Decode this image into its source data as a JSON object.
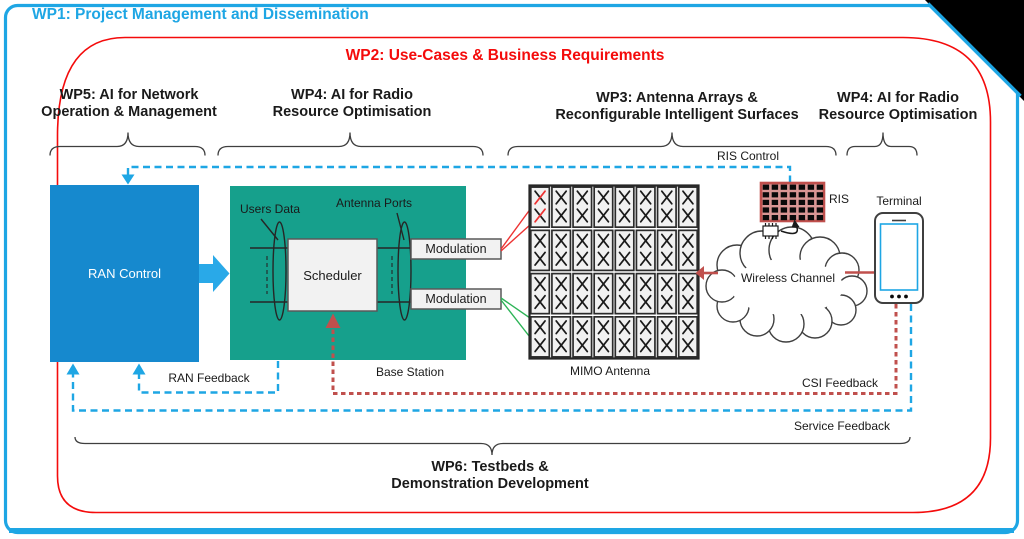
{
  "titles": {
    "wp1": "WP1: Project Management and Dissemination",
    "wp2": "WP2: Use-Cases & Business Requirements",
    "wp6_line1": "WP6: Testbeds &",
    "wp6_line2": "Demonstration Development"
  },
  "wp_labels": {
    "wp5": {
      "line1": "WP5: AI for Network",
      "line2": "Operation & Management"
    },
    "wp4_left": {
      "line1": "WP4: AI for Radio",
      "line2": "Resource Optimisation"
    },
    "wp3": {
      "line1": "WP3: Antenna Arrays &",
      "line2": "Reconfigurable Intelligent Surfaces"
    },
    "wp4_right": {
      "line1": "WP4: AI for Radio",
      "line2": "Resource Optimisation"
    }
  },
  "blocks": {
    "ran_control": "RAN Control",
    "scheduler": "Scheduler",
    "modulation1": "Modulation",
    "modulation2": "Modulation",
    "base_station": "Base Station",
    "users_data": "Users Data",
    "antenna_ports": "Antenna Ports",
    "mimo_antenna": "MIMO Antenna",
    "wireless_channel": "Wireless Channel",
    "ris": "RIS",
    "terminal": "Terminal"
  },
  "links": {
    "ris_control": "RIS Control",
    "ran_feedback": "RAN Feedback",
    "csi_feedback": "CSI Feedback",
    "service_feedback": "Service Feedback"
  },
  "mimo": {
    "rows": 4,
    "cols": 8
  },
  "ris_grid": {
    "rows": 5,
    "cols": 7
  },
  "colors": {
    "cyan": "#1EA6E4",
    "red": "#F40B0B",
    "ran_blue": "#1689CE",
    "arrow_blue": "#29A9E8",
    "bs_green": "#16A08C",
    "dark_red": "#C0504D",
    "ris_bg": "#D99694",
    "feeder_red": "#ED3333",
    "feeder_green": "#2DB457",
    "panel_gray": "#F2F2F2",
    "ink": "#1a1a1a"
  }
}
